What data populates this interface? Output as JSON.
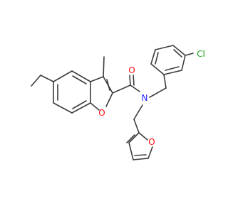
{
  "molecule": {
    "atom_labels": {
      "carbonyl_oxygen": "O",
      "amide_nitrogen": "N",
      "benzofuran_oxygen": "O",
      "furan_oxygen": "O",
      "chlorine": "Cl"
    }
  },
  "colors": {
    "bond": "#3c3c3c",
    "oxygen": "#ff0d0d",
    "nitrogen": "#2020ff",
    "chlorine": "#1fa01f",
    "background": "#ffffff"
  }
}
